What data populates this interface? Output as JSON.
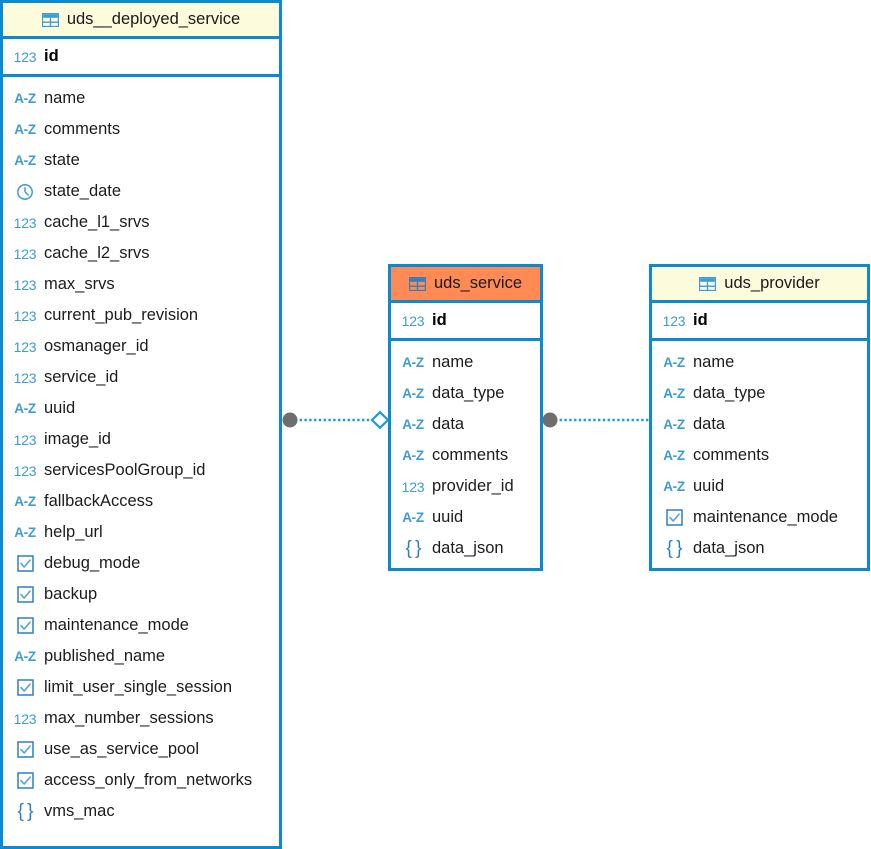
{
  "diagram": {
    "background_color": "#ffffff",
    "border_color": "#0B8ACD",
    "header_color": "#FCFBDC",
    "header_highlight_color": "#FF8A55",
    "icon_color": "#3E9BD4",
    "connector_color": "#1E9BD7",
    "connector_endpoint_color": "#6E6E6E"
  },
  "tables": [
    {
      "name": "uds__deployed_service",
      "title_icon": "table-grid-icon",
      "highlighted": false,
      "primary_key": {
        "label": "id",
        "type_icon": "number-123-icon"
      },
      "fields": [
        {
          "label": "name",
          "type_icon": "string-az-icon"
        },
        {
          "label": "comments",
          "type_icon": "string-az-icon"
        },
        {
          "label": "state",
          "type_icon": "string-az-icon"
        },
        {
          "label": "state_date",
          "type_icon": "datetime-clock-icon"
        },
        {
          "label": "cache_l1_srvs",
          "type_icon": "number-123-icon"
        },
        {
          "label": "cache_l2_srvs",
          "type_icon": "number-123-icon"
        },
        {
          "label": "max_srvs",
          "type_icon": "number-123-icon"
        },
        {
          "label": "current_pub_revision",
          "type_icon": "number-123-icon"
        },
        {
          "label": "osmanager_id",
          "type_icon": "number-123-icon"
        },
        {
          "label": "service_id",
          "type_icon": "number-123-icon"
        },
        {
          "label": "uuid",
          "type_icon": "string-az-icon"
        },
        {
          "label": "image_id",
          "type_icon": "number-123-icon"
        },
        {
          "label": "servicesPoolGroup_id",
          "type_icon": "number-123-icon"
        },
        {
          "label": "fallbackAccess",
          "type_icon": "string-az-icon"
        },
        {
          "label": "help_url",
          "type_icon": "string-az-icon"
        },
        {
          "label": "debug_mode",
          "type_icon": "boolean-checkbox-icon"
        },
        {
          "label": "backup",
          "type_icon": "boolean-checkbox-icon"
        },
        {
          "label": "maintenance_mode",
          "type_icon": "boolean-checkbox-icon"
        },
        {
          "label": "published_name",
          "type_icon": "string-az-icon"
        },
        {
          "label": "limit_user_single_session",
          "type_icon": "boolean-checkbox-icon"
        },
        {
          "label": "max_number_sessions",
          "type_icon": "number-123-icon"
        },
        {
          "label": "use_as_service_pool",
          "type_icon": "boolean-checkbox-icon"
        },
        {
          "label": "access_only_from_networks",
          "type_icon": "boolean-checkbox-icon"
        },
        {
          "label": "vms_mac",
          "type_icon": "json-braces-icon"
        }
      ]
    },
    {
      "name": "uds_service",
      "title_icon": "table-grid-icon",
      "highlighted": true,
      "primary_key": {
        "label": "id",
        "type_icon": "number-123-icon"
      },
      "fields": [
        {
          "label": "name",
          "type_icon": "string-az-icon"
        },
        {
          "label": "data_type",
          "type_icon": "string-az-icon"
        },
        {
          "label": "data",
          "type_icon": "string-az-icon"
        },
        {
          "label": "comments",
          "type_icon": "string-az-icon"
        },
        {
          "label": "provider_id",
          "type_icon": "number-123-icon"
        },
        {
          "label": "uuid",
          "type_icon": "string-az-icon"
        },
        {
          "label": "data_json",
          "type_icon": "json-braces-icon"
        }
      ]
    },
    {
      "name": "uds_provider",
      "title_icon": "table-grid-icon",
      "highlighted": false,
      "primary_key": {
        "label": "id",
        "type_icon": "number-123-icon"
      },
      "fields": [
        {
          "label": "name",
          "type_icon": "string-az-icon"
        },
        {
          "label": "data_type",
          "type_icon": "string-az-icon"
        },
        {
          "label": "data",
          "type_icon": "string-az-icon"
        },
        {
          "label": "comments",
          "type_icon": "string-az-icon"
        },
        {
          "label": "uuid",
          "type_icon": "string-az-icon"
        },
        {
          "label": "maintenance_mode",
          "type_icon": "boolean-checkbox-icon"
        },
        {
          "label": "data_json",
          "type_icon": "json-braces-icon"
        }
      ]
    }
  ],
  "relationships": [
    {
      "from_table": "uds__deployed_service",
      "to_table": "uds_service",
      "from_marker": "circle-filled",
      "to_marker": "diamond-hollow",
      "line_style": "dotted"
    },
    {
      "from_table": "uds_service",
      "to_table": "uds_provider",
      "from_marker": "circle-filled",
      "to_marker": "none",
      "line_style": "dotted"
    }
  ],
  "type_icon_glyphs": {
    "number-123-icon": "123",
    "string-az-icon": "A-Z",
    "json-braces-icon": "{ }"
  }
}
